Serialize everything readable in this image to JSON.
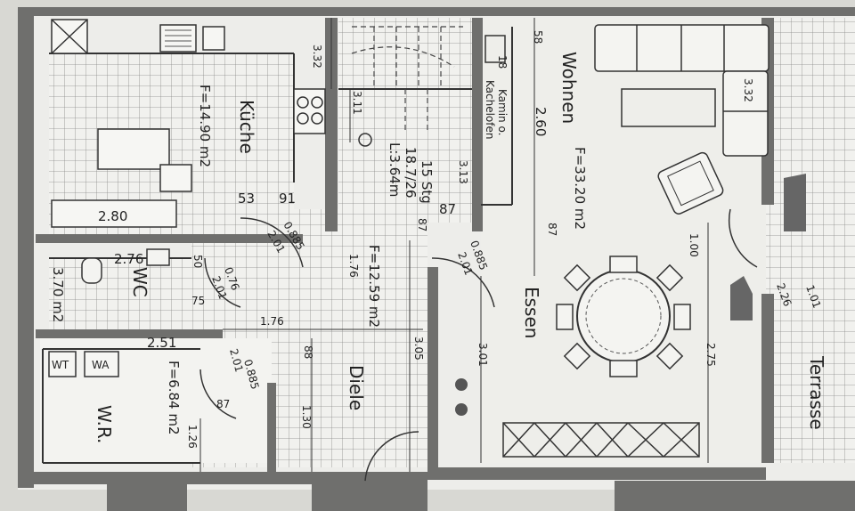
{
  "rooms": {
    "kueche": {
      "name": "Küche",
      "area": "F=14.90 m2"
    },
    "wc": {
      "name": "WC",
      "area": "3.70 m2"
    },
    "wr": {
      "name": "W.R.",
      "area": "F=6.84 m2"
    },
    "diele": {
      "name": "Diele",
      "area": "F=12.59 m2"
    },
    "wohnen": {
      "name": "Wohnen",
      "area": "F=33.20 m2"
    },
    "essen": {
      "name": "Essen"
    },
    "terrasse": {
      "name": "Terrasse"
    }
  },
  "fixtures": {
    "wt": "WT",
    "wa": "WA",
    "kamin": "Kamin o.",
    "kachelofen": "Kachelofen",
    "stairs": "15 Stg",
    "stairs_ratio": "18.7/26",
    "stairs_length": "L:3.64m"
  },
  "dimensions": {
    "d_3_32_top": "3.32",
    "d_3_11": "3.11",
    "d_3_13": "3.13",
    "d_58": "58",
    "d_18": "18",
    "d_2_60": "2.60",
    "d_3_32_right": "3.32",
    "d_2_80": "2.80",
    "d_53": "53",
    "d_91": "91",
    "d_87_top": "87",
    "d_0_885_a": "0.885",
    "d_2_01_a": "2.01",
    "d_2_76": "2.76",
    "d_50": "50",
    "d_0_76": "0.76",
    "d_2_01_b": "2.01",
    "d_75": "75",
    "d_1_76_a": "1.76",
    "d_1_76_b": "1.76",
    "d_87_5": "87",
    "d_0_885_b": "0.885",
    "d_2_01_c": "2.01",
    "d_87_5_b": "87",
    "d_1_00": "1.00",
    "d_2_51": "2.51",
    "d_88": "88",
    "d_3_05": "3.05",
    "d_3_01": "3.01",
    "d_2_75": "2.75",
    "d_0_885_c": "0.885",
    "d_2_01_d": "2.01",
    "d_87_c": "87",
    "d_1_26": "1.26",
    "d_1_30": "1.30",
    "d_2_26": "2.26",
    "d_1_01": "1.01"
  }
}
